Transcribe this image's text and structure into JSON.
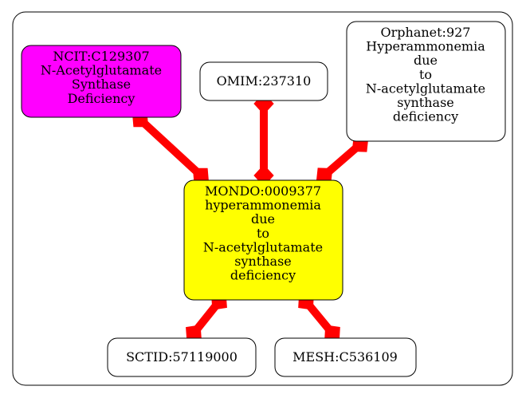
{
  "colors": {
    "background": "#ffffff",
    "edge": "#ff0000",
    "node_border": "#000000",
    "ncit_fill": "#ff00ff",
    "mondo_fill": "#ffff00",
    "default_fill": "#ffffff"
  },
  "nodes": {
    "ncit": {
      "lines": [
        "NCIT:C129307",
        "N-Acetylglutamate",
        "Synthase",
        "Deficiency"
      ]
    },
    "omim": {
      "lines": [
        "OMIM:237310"
      ]
    },
    "orphanet": {
      "lines": [
        "Orphanet:927",
        "Hyperammonemia",
        "due",
        "to",
        "N-acetylglutamate",
        "synthase",
        "deficiency"
      ]
    },
    "mondo": {
      "lines": [
        "MONDO:0009377",
        "hyperammonemia",
        "due",
        "to",
        "N-acetylglutamate",
        "synthase",
        "deficiency"
      ]
    },
    "sctid": {
      "lines": [
        "SCTID:57119000"
      ]
    },
    "mesh": {
      "lines": [
        "MESH:C536109"
      ]
    }
  },
  "edges": [
    {
      "from": "ncit",
      "to": "mondo"
    },
    {
      "from": "omim",
      "to": "mondo"
    },
    {
      "from": "orphanet",
      "to": "mondo"
    },
    {
      "from": "mondo",
      "to": "sctid"
    },
    {
      "from": "mondo",
      "to": "mesh"
    }
  ]
}
